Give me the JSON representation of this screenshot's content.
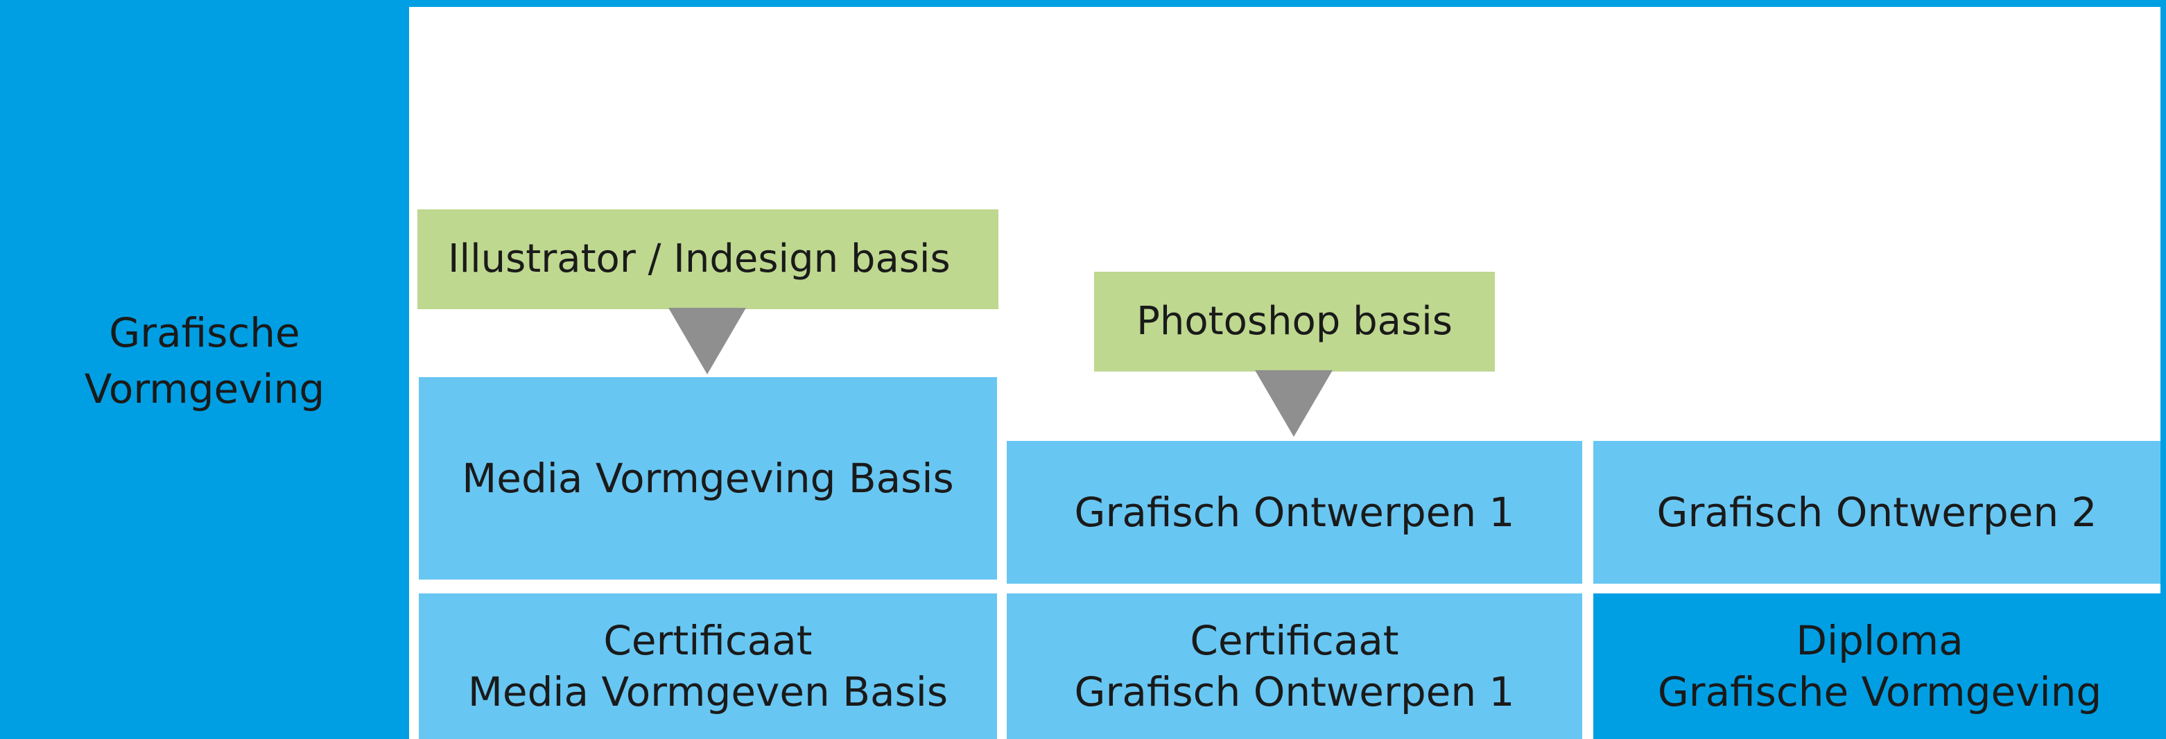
{
  "section_title": [
    "Grafische",
    "Vormgeving"
  ],
  "software_courses": [
    {
      "label": "Illustrator / Indesign basis"
    },
    {
      "label": "Photoshop basis"
    }
  ],
  "modules": [
    {
      "label": "Media Vormgeving Basis"
    },
    {
      "label": "Grafisch Ontwerpen 1"
    },
    {
      "label": "Grafisch Ontwerpen 2"
    }
  ],
  "credentials": [
    {
      "lines": [
        "Certificaat",
        "Media Vormgeven Basis"
      ]
    },
    {
      "lines": [
        "Certificaat",
        "Grafisch Ontwerpen 1"
      ]
    },
    {
      "lines": [
        "Diploma",
        "Grafische Vormgeving"
      ]
    }
  ],
  "colors": {
    "brand_blue": "#009fe3",
    "light_blue": "#68c6f2",
    "green": "#bed88f",
    "arrow_gray": "#8f8f8f"
  }
}
